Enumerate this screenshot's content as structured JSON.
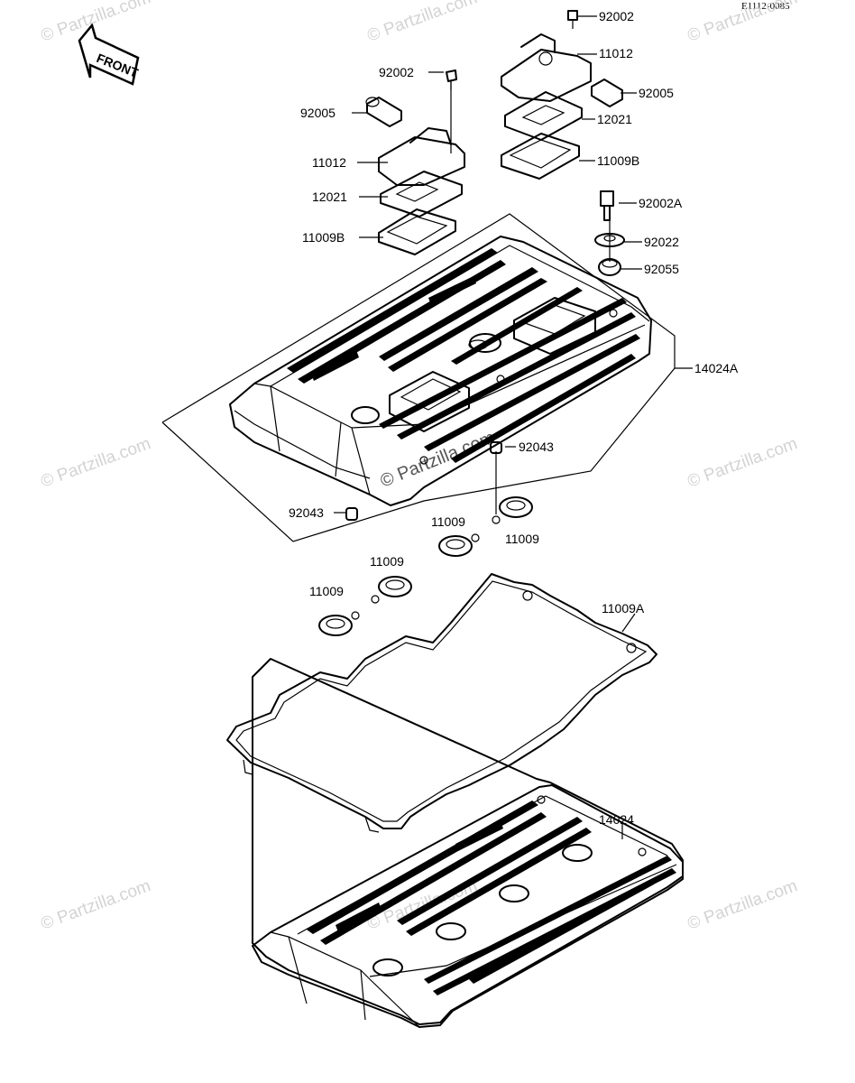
{
  "reference_code": "E1112-0085",
  "front_label": "FRONT",
  "watermark": "© Partzilla.com",
  "watermark_center": "© Partzilla.com",
  "callouts": {
    "c92002_top": "92002",
    "c11012_right": "11012",
    "c92002_left": "92002",
    "c92005_right": "92005",
    "c92005_left": "92005",
    "c12021_right": "12021",
    "c11012_left": "11012",
    "c11009B_right": "11009B",
    "c12021_left": "12021",
    "c92002A": "92002A",
    "c11009B_left": "11009B",
    "c92022": "92022",
    "c92055": "92055",
    "c14024A": "14024A",
    "c92043_right": "92043",
    "c92043_left": "92043",
    "c11009_a": "11009",
    "c11009_b": "11009",
    "c11009_c": "11009",
    "c11009_d": "11009",
    "c11009A": "11009A",
    "c14024": "14024"
  }
}
